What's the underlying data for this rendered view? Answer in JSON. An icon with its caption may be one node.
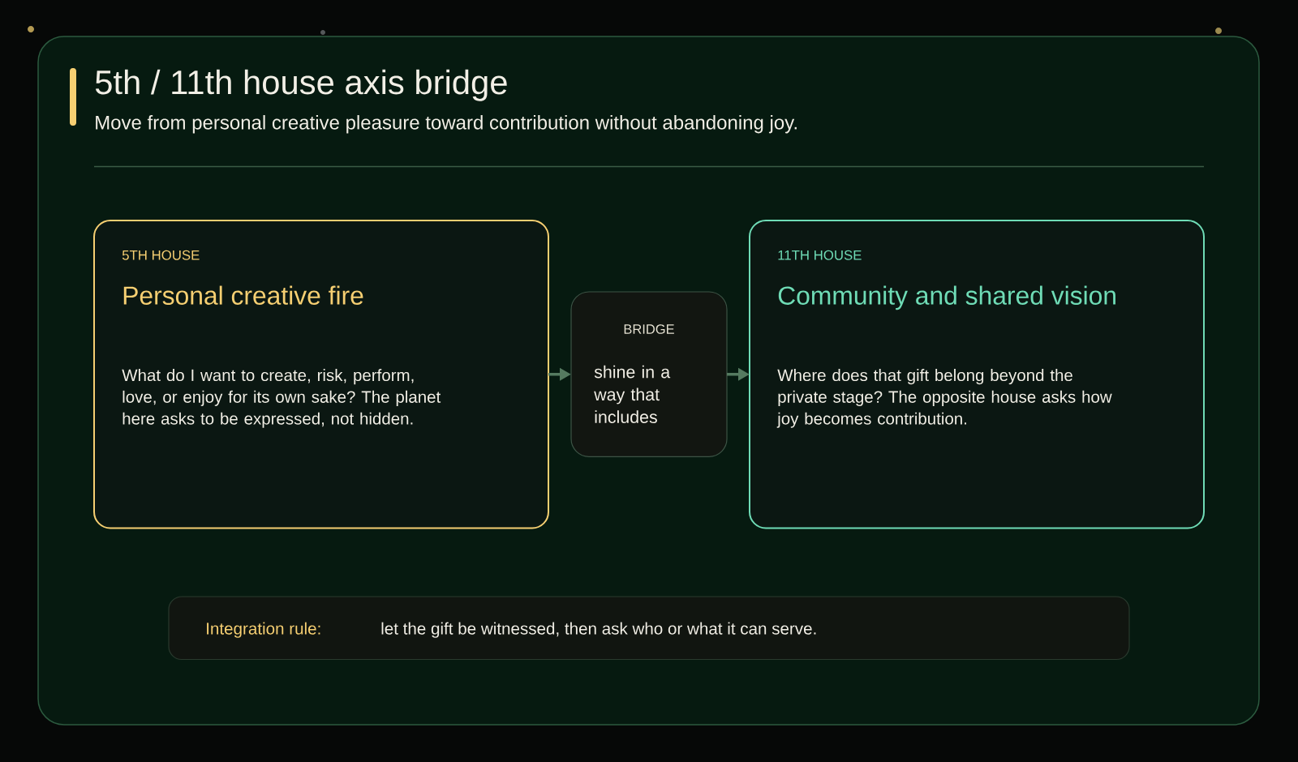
{
  "diagram": {
    "title": "5th / 11th house axis bridge",
    "nodes": [
      {
        "text": [
          "5TH HOUSE",
          "Personal creative fire",
          "What do I want to create, risk, perform, love, or enjoy for its own sake? The planet here asks to be expressed, not hidden."
        ]
      },
      {
        "text": [
          "BRIDGE",
          "shine in a way that includes"
        ]
      },
      {
        "text": [
          "11TH HOUSE",
          "Community and shared vision",
          "Where does that gift belong beyond the private stage? The opposite house asks how joy becomes contribution."
        ]
      },
      {
        "text": [
          "Integration rule:",
          "let the gift be witnessed, then ask who or what it can serve."
        ]
      }
    ],
    "edges": [
      {
        "from": 0,
        "to": 1,
        "arrow": "to"
      },
      {
        "from": 1,
        "to": 2,
        "arrow": "to"
      }
    ],
    "labels": [
      "Move from personal creative pleasure toward contribution without abandoning joy."
    ]
  }
}
